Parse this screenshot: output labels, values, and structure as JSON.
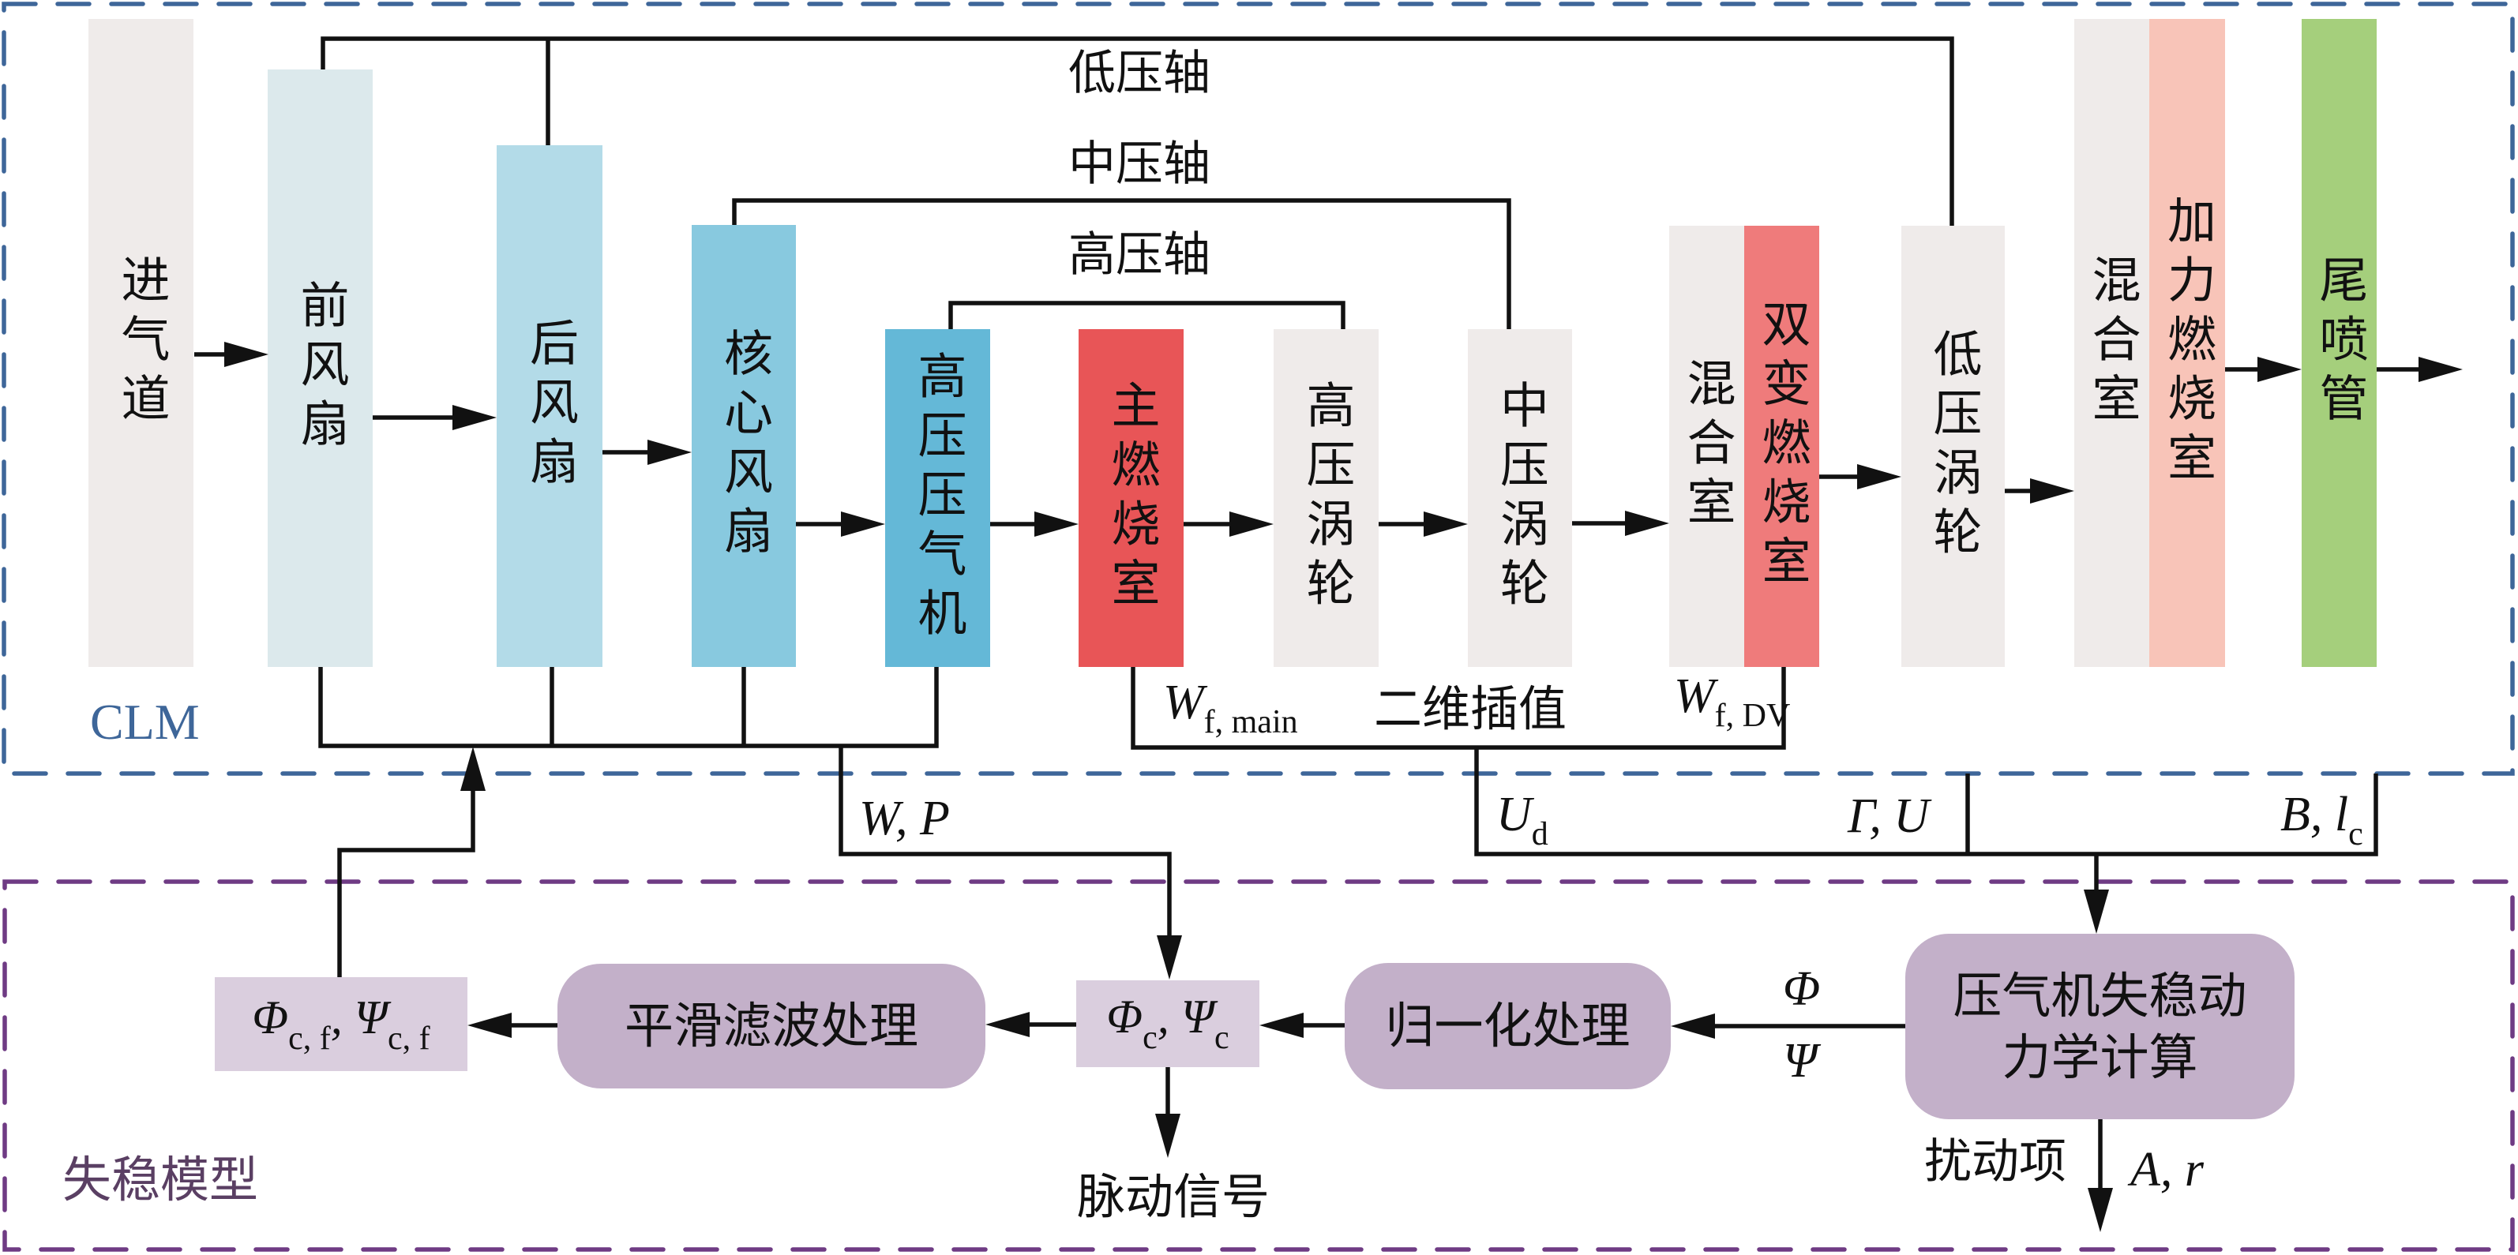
{
  "diagram": {
    "line_color": "#111111",
    "regions": {
      "clm": {
        "label": "CLM",
        "color": "#3e6699"
      },
      "stall_model": {
        "label": "失稳模型",
        "color": "#6f3b84",
        "label_color": "#5a3f63"
      }
    },
    "components": {
      "inlet": {
        "label": "进气道",
        "color": "#efebea"
      },
      "front_fan": {
        "label": "前风扇",
        "color": "#dce9ec"
      },
      "rear_fan": {
        "label": "后风扇",
        "color": "#b3dbe8"
      },
      "core_fan": {
        "label": "核心风扇",
        "color": "#88c9df"
      },
      "hp_compressor": {
        "label": "高压压气机",
        "color": "#64b8d7"
      },
      "main_combustor": {
        "label": "主燃烧室",
        "color": "#e85557"
      },
      "hp_turbine": {
        "label": "高压涡轮",
        "color": "#efebea"
      },
      "ip_turbine": {
        "label": "中压涡轮",
        "color": "#efebea"
      },
      "mixer": {
        "label": "混合室",
        "color": "#efebea"
      },
      "dual_variable_combustor": {
        "label": "双变燃烧室",
        "color": "#ef7b7b"
      },
      "lp_turbine": {
        "label": "低压涡轮",
        "color": "#efebea"
      },
      "mixer_2": {
        "label": "混合室",
        "color": "#efebea"
      },
      "afterburner": {
        "label": "加力燃烧室",
        "color": "#f8c4b8"
      },
      "nozzle": {
        "label": "尾喷管",
        "color": "#a5cf7c"
      }
    },
    "shafts": {
      "low_pressure": "低压轴",
      "intermediate_pressure": "中压轴",
      "high_pressure": "高压轴"
    },
    "signals": {
      "fuel_main": {
        "symbol": "W",
        "subscript": "f, main"
      },
      "interpolation": "二维插值",
      "fuel_dv": {
        "symbol": "W",
        "subscript": "f, DV"
      },
      "flow_pressure": "W, P",
      "duct_velocity": {
        "symbol": "U",
        "subscript": "d"
      },
      "gamma_u": "Γ, U",
      "b_lc": {
        "prefix": "B, ",
        "symbol": "l",
        "subscript": "c"
      },
      "phi": "Φ",
      "psi": "Ψ",
      "disturbance_label": "扰动项",
      "disturbance_vars": "A, r",
      "pulsation_signal": "脉动信号"
    },
    "stall_model_blocks": {
      "filtered_output": {
        "phi": "Φ",
        "phi_sub": "c, f",
        "sep": ", ",
        "psi": "Ψ",
        "psi_sub": "c, f",
        "color": "#dacede"
      },
      "smoothing_filter": {
        "label": "平滑滤波处理",
        "color": "#c3b0c9"
      },
      "raw_output": {
        "phi": "Φ",
        "phi_sub": "c",
        "sep": ", ",
        "psi": "Ψ",
        "psi_sub": "c",
        "color": "#dacede"
      },
      "normalization": {
        "label": "归一化处理",
        "color": "#c3b0c9"
      },
      "stall_dynamics": {
        "label_lines": [
          "压气机失稳动",
          "力学计算"
        ],
        "color": "#c3b0c9"
      }
    }
  }
}
